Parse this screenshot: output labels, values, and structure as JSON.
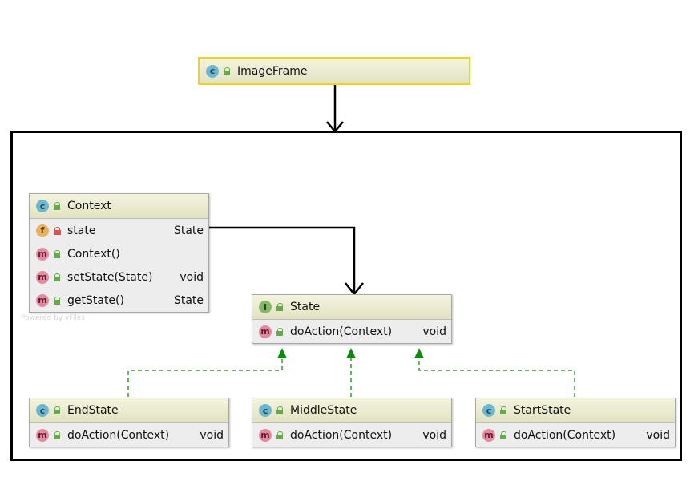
{
  "image_frame": {
    "name": "ImageFrame"
  },
  "context": {
    "name": "Context",
    "field": {
      "name": "state",
      "type": "State"
    },
    "constructor": {
      "name": "Context()"
    },
    "methods": [
      {
        "name": "setState(State)",
        "type": "void"
      },
      {
        "name": "getState()",
        "type": "State"
      }
    ]
  },
  "state": {
    "name": "State",
    "method": {
      "name": "doAction(Context)",
      "type": "void"
    }
  },
  "implementations": [
    {
      "name": "EndState",
      "method": "doAction(Context)",
      "type": "void"
    },
    {
      "name": "MiddleState",
      "method": "doAction(Context)",
      "type": "void"
    },
    {
      "name": "StartState",
      "method": "doAction(Context)",
      "type": "void"
    }
  ],
  "badges": {
    "class": "c",
    "interface": "I",
    "method": "m",
    "field": "f"
  },
  "watermark": "Powered by yFiles",
  "colors": {
    "header_top": "#f4f4df",
    "header_bottom": "#e2e2c2",
    "body": "#ededed",
    "realization_line": "#2e9e2e",
    "realization_arrow": "#0c8a0c",
    "image_frame_border": "#f0d020"
  }
}
